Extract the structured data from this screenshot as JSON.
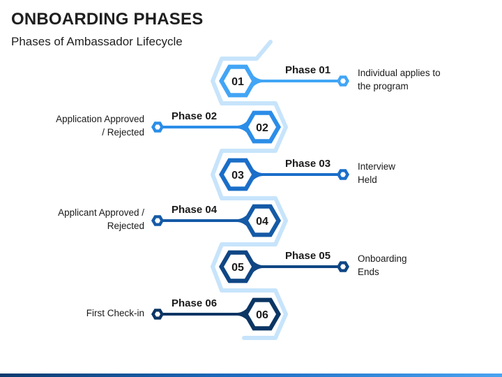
{
  "header": {
    "title": "ONBOARDING PHASES",
    "subtitle": "Phases of Ambassador Lifecycle"
  },
  "phases": [
    {
      "number": "01",
      "label": "Phase 01",
      "description_lines": [
        "Individual applies to",
        "the program"
      ],
      "side": "right",
      "color": "#42a5f5"
    },
    {
      "number": "02",
      "label": "Phase 02",
      "description_lines": [
        "Application  Approved",
        "/ Rejected"
      ],
      "side": "left",
      "color": "#2b8de8"
    },
    {
      "number": "03",
      "label": "Phase 03",
      "description_lines": [
        "Interview",
        "Held"
      ],
      "side": "right",
      "color": "#1a6ec8"
    },
    {
      "number": "04",
      "label": "Phase 04",
      "description_lines": [
        "Applicant Approved /",
        "Rejected"
      ],
      "side": "left",
      "color": "#155aa6"
    },
    {
      "number": "05",
      "label": "Phase 05",
      "description_lines": [
        "Onboarding",
        "Ends"
      ],
      "side": "right",
      "color": "#0f4684"
    },
    {
      "number": "06",
      "label": "Phase 06",
      "description_lines": [
        "First Check-in"
      ],
      "side": "left",
      "color": "#0b3564"
    }
  ],
  "colors": {
    "path": "#c7e4fb",
    "title": "#1f1f1f"
  }
}
